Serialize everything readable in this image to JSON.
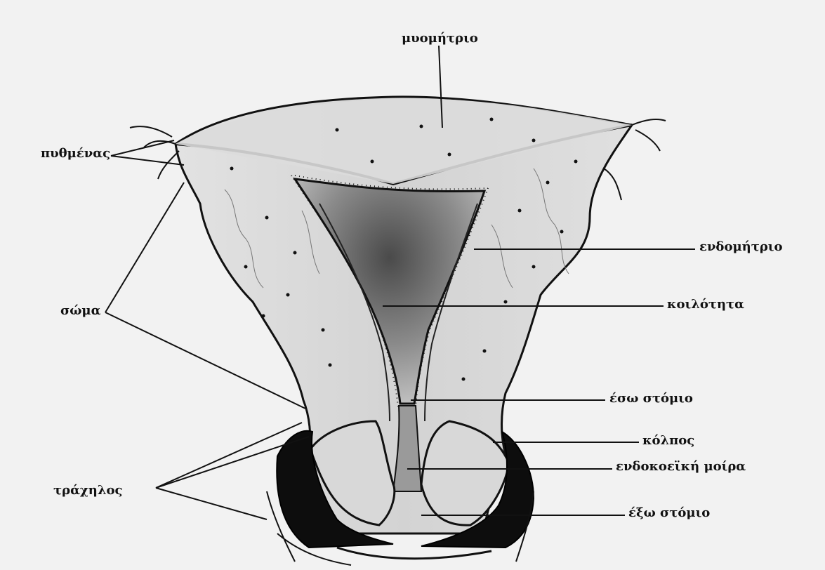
{
  "labels": {
    "myometrium": "μυομήτριο",
    "fundus": "πυθμένας",
    "endometrium": "ενδομήτριο",
    "body": "σώμα",
    "cavity": "κοιλότητα",
    "internal_os": "έσω στόμιο",
    "vagina": "κόλπος",
    "endocervical_part": "ενδοκοεϊκή μοίρα",
    "cervix": "τράχηλος",
    "external_os": "έξω στόμιο"
  },
  "colors": {
    "background": "#f2f2f2",
    "ink": "#111111",
    "cavity_shade": "#777777",
    "vaginal_fornix": "#0d0d0d"
  }
}
